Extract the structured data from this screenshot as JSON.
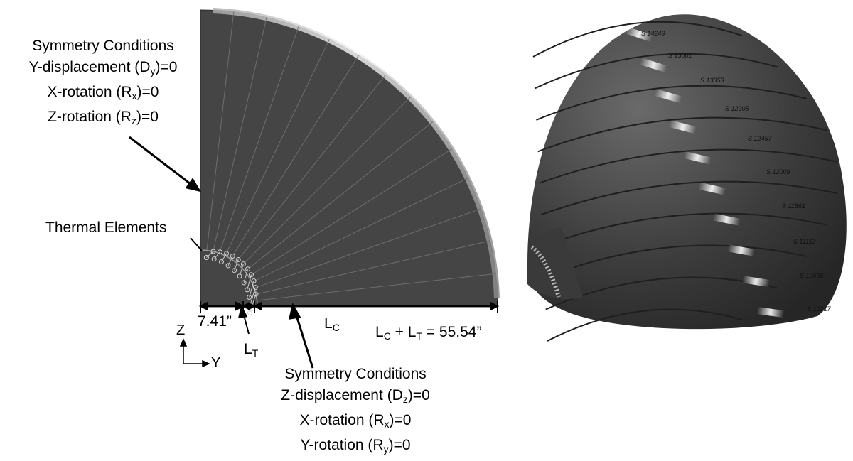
{
  "top_left_conditions": {
    "title": "Symmetry Conditions",
    "lines": [
      {
        "pre": "Y-displacement (D",
        "sub": "y",
        "post": ")=0"
      },
      {
        "pre": "X-rotation (R",
        "sub": "x",
        "post": ")=0"
      },
      {
        "pre": "Z-rotation (R",
        "sub": "z",
        "post": ")=0"
      }
    ]
  },
  "thermal_label": "Thermal Elements",
  "dimensions": {
    "inner": "7.41”",
    "lt_main": "L",
    "lt_sub": "T",
    "lc_main": "L",
    "lc_sub": "C",
    "total_pre": "L",
    "total_sub1": "C",
    "total_mid": " + L",
    "total_sub2": "T",
    "total_post": " = 55.54”"
  },
  "axes": {
    "vertical": "Z",
    "horizontal": "Y"
  },
  "bottom_conditions": {
    "title": "Symmetry Conditions",
    "lines": [
      {
        "pre": "Z-displacement (D",
        "sub": "z",
        "post": ")=0"
      },
      {
        "pre": "X-rotation (R",
        "sub": "x",
        "post": ")=0"
      },
      {
        "pre": "Y-rotation (R",
        "sub": "y",
        "post": ")=0"
      }
    ]
  },
  "model_3d_labels": [
    "S 14249",
    "S 13801",
    "S 13353",
    "S 12905",
    "S 12457",
    "S 12009",
    "S 11561",
    "S 11113",
    "S 10665",
    "S 10217"
  ]
}
